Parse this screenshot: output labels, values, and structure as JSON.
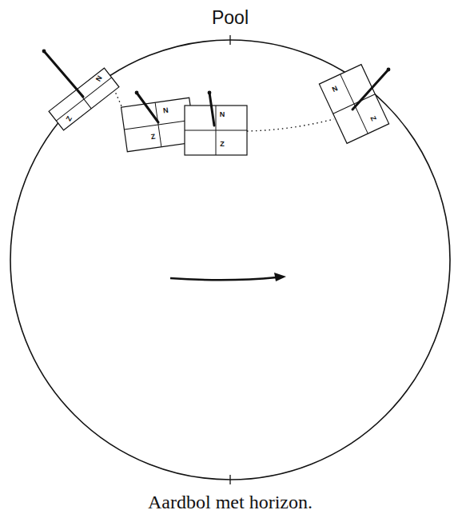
{
  "diagram": {
    "caption": "Aardbol met horizon.",
    "labels": [
      "Pool",
      "Z",
      "N",
      "N",
      "Z",
      "N",
      "Z",
      "N",
      "Z"
    ]
  }
}
